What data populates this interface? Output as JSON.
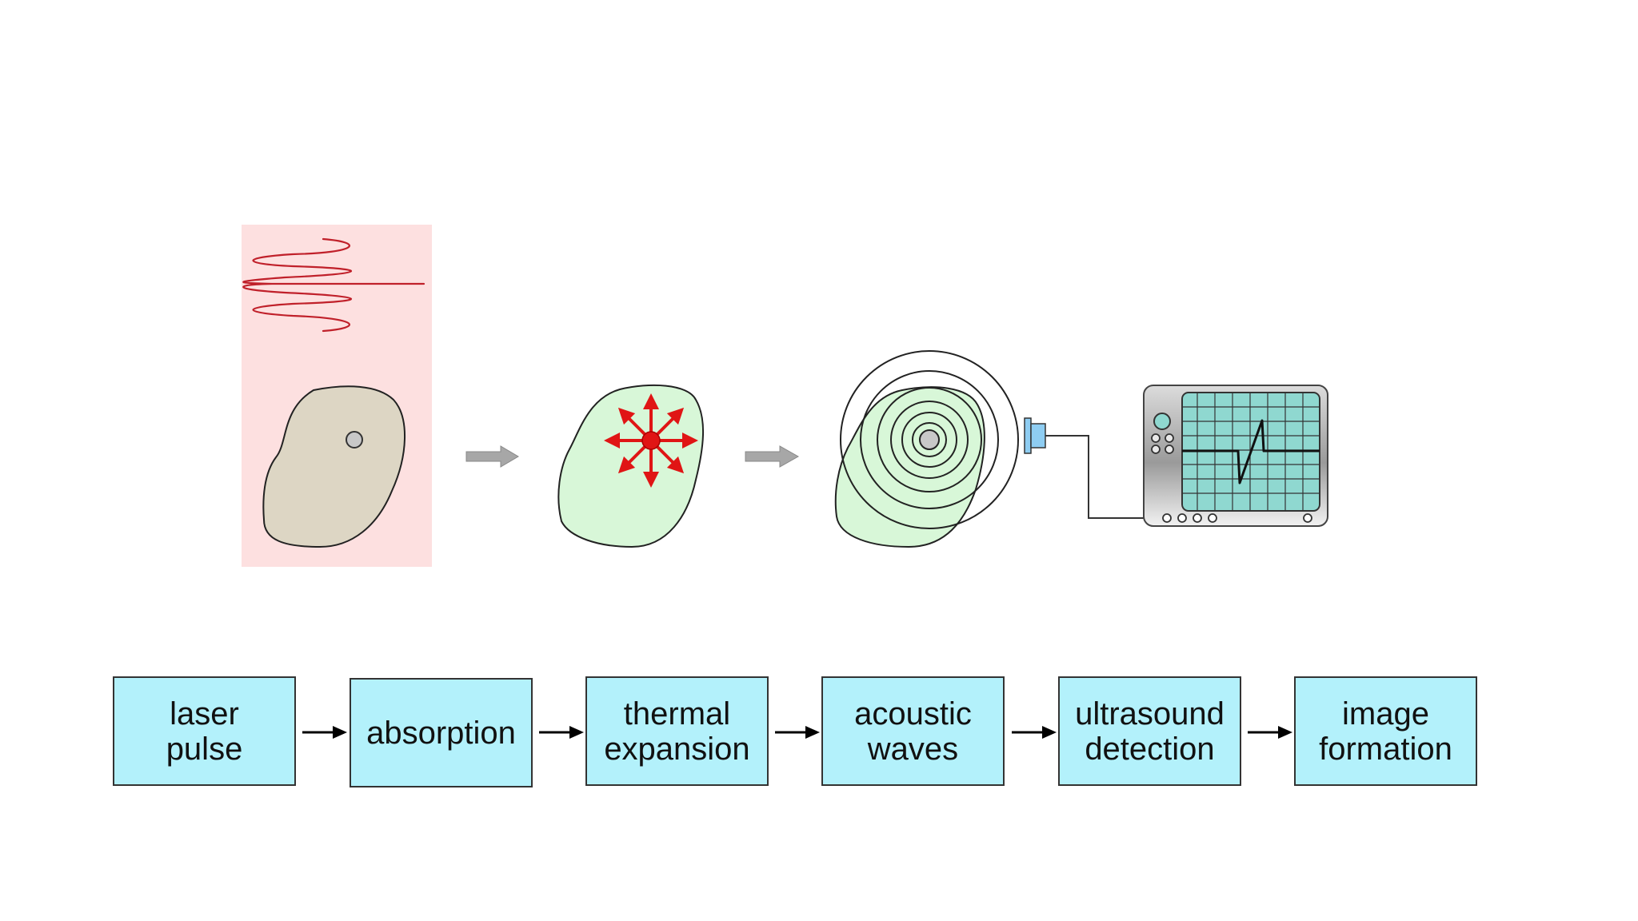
{
  "colors": {
    "laser_panel": "#fde0e0",
    "laser_wave": "#c0202a",
    "tissue_before": "#ddd6c4",
    "tissue_after": "#d8f7d8",
    "heat_arrows": "#e01515",
    "box_fill": "#b3f1fb",
    "probe": "#8ecdf2",
    "screen": "#8fd8d0",
    "process_arrow": "#a7a7a7"
  },
  "icons": [
    "laser-wave-icon",
    "tissue-absorber-icon",
    "thermal-expansion-icon",
    "acoustic-waves-icon",
    "ultrasound-transducer-icon",
    "oscilloscope-icon"
  ],
  "steps": [
    {
      "label": "laser\npulse"
    },
    {
      "label": "absorption"
    },
    {
      "label": "thermal\nexpansion"
    },
    {
      "label": "acoustic\nwaves"
    },
    {
      "label": "ultrasound\ndetection"
    },
    {
      "label": "image\nformation"
    }
  ]
}
